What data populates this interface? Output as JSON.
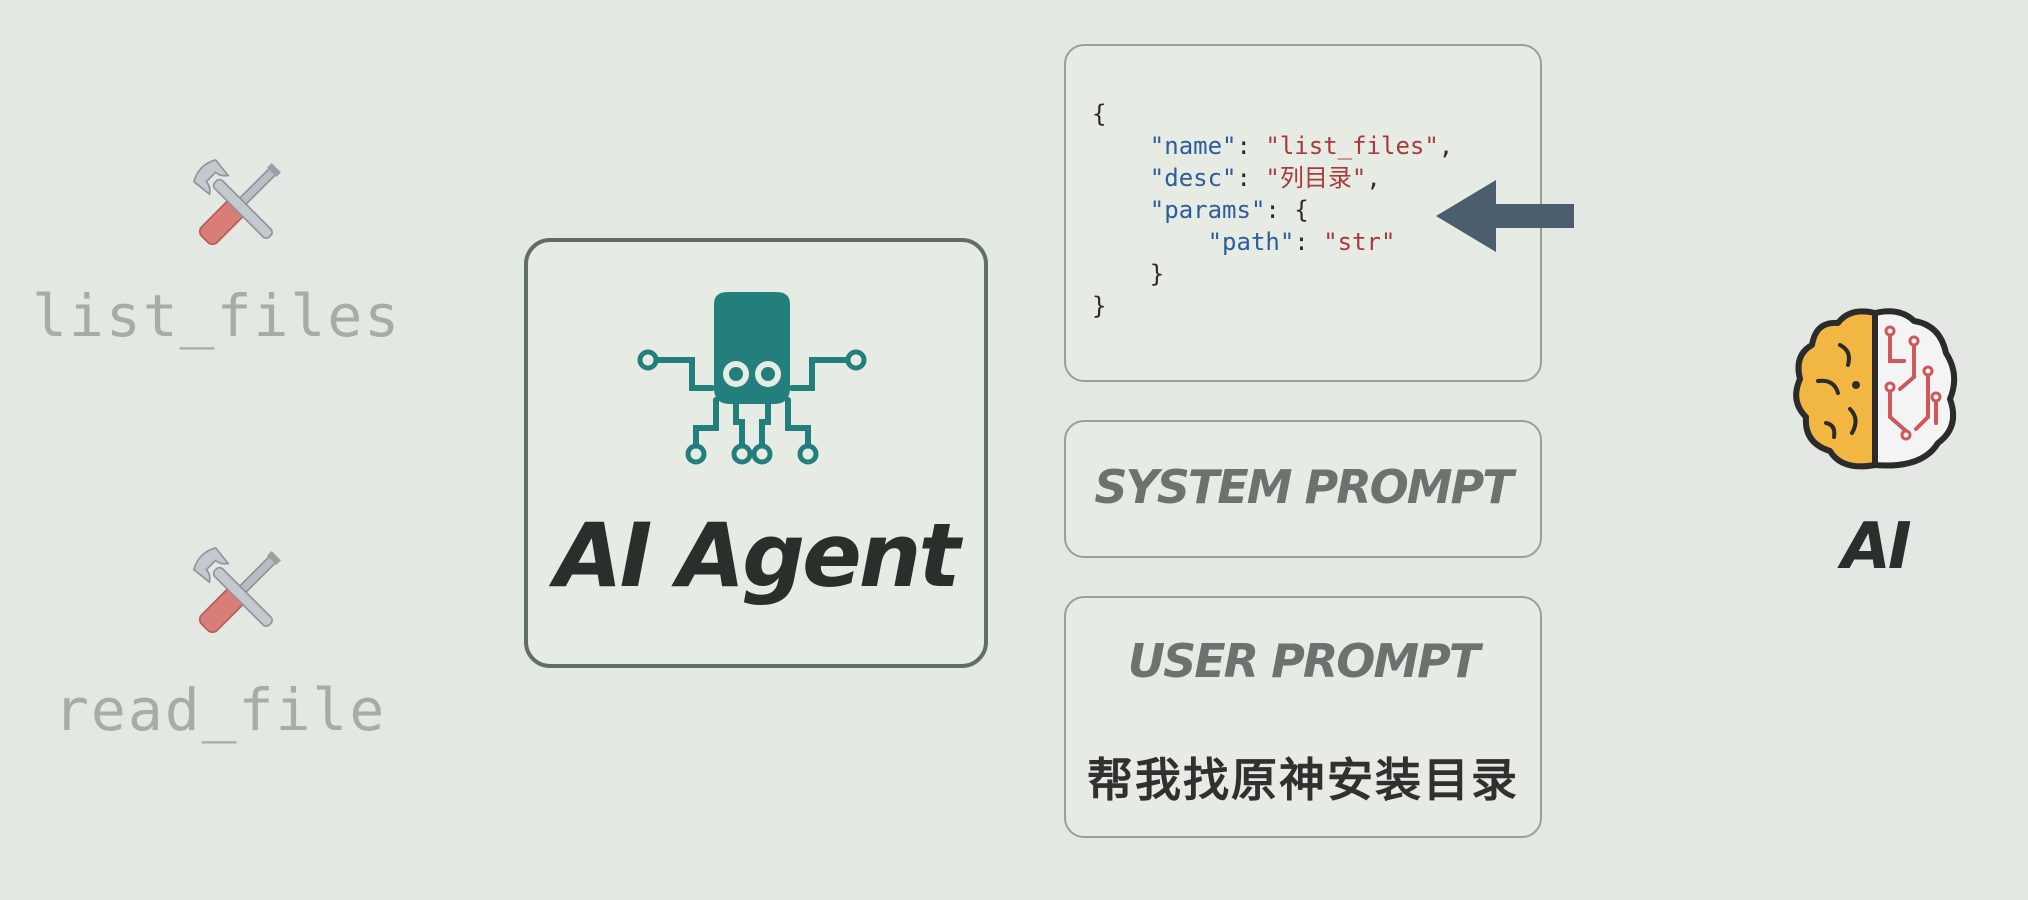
{
  "tools": [
    {
      "name": "list_files",
      "icon": "wrench-screwdriver-icon"
    },
    {
      "name": "read_file",
      "icon": "wrench-screwdriver-icon"
    }
  ],
  "agent": {
    "title": "AI Agent",
    "icon": "octopus-circuit-icon"
  },
  "tool_schema": {
    "open": "{",
    "name_key": "\"name\"",
    "name_value": "\"list_files\"",
    "desc_key": "\"desc\"",
    "desc_value": "\"列目录\"",
    "params_key": "\"params\"",
    "params_open": "{",
    "path_key": "\"path\"",
    "path_value": "\"str\"",
    "params_close": "}",
    "close": "}"
  },
  "system_prompt": {
    "title": "SYSTEM PROMPT"
  },
  "user_prompt": {
    "title": "USER PROMPT",
    "text": "帮我找原神安装目录"
  },
  "ai": {
    "label": "AI",
    "icon": "brain-circuit-icon"
  },
  "colors": {
    "background": "#e3e8e2",
    "teal": "#237f7c",
    "arrow": "#4a5e6e",
    "json_key": "#2d5d9a",
    "json_string": "#a83a3a"
  }
}
